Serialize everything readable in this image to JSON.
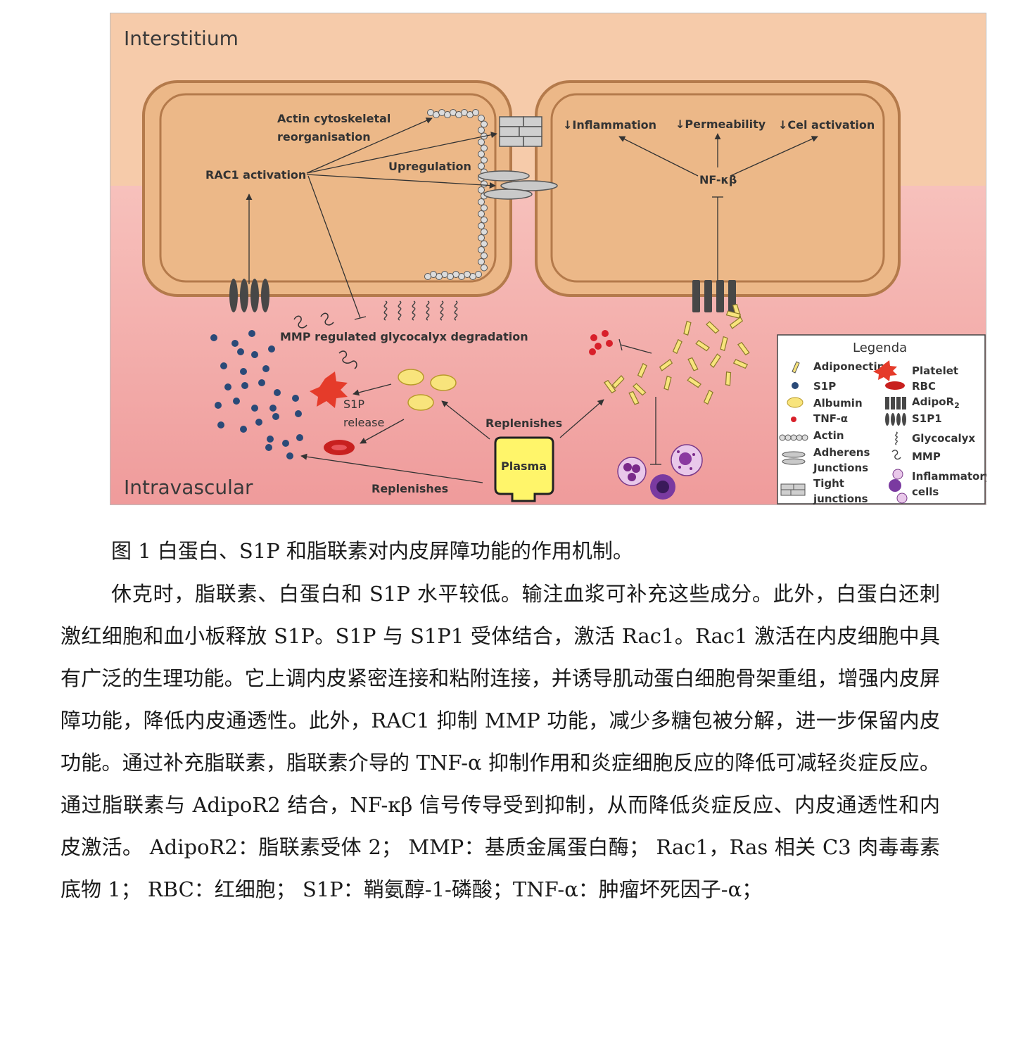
{
  "figure": {
    "regions": {
      "top": "Interstitium",
      "bottom": "Intravascular"
    },
    "left_cell": {
      "actin_label_1": "Actin cytoskeletal",
      "actin_label_2": "reorganisation",
      "rac1": "RAC1 activation",
      "upregulation": "Upregulation",
      "mmp_degradation": "MMP regulated glycocalyx degradation",
      "s1p_release_1": "S1P",
      "s1p_release_2": "release"
    },
    "right_cell": {
      "inflammation": "↓Inflammation",
      "permeability": "↓Permeability",
      "cell_activation": "↓Cel activation",
      "nfkb": "NF-κβ"
    },
    "plasma": "Plasma",
    "replenishes_1": "Replenishes",
    "replenishes_2": "Replenishes",
    "colors": {
      "interstitium": "#f6cbaa",
      "intravascular": "#f2a7a7",
      "cell_fill": "#ecb888",
      "cell_stroke": "#b47a4b",
      "plasma": "#fff56a",
      "albumin": "#f8e47c",
      "platelet": "#e53b2a",
      "s1p": "#2a4a78",
      "receptor": "#474747"
    },
    "legend": {
      "title": "Legenda",
      "adiponectin": "Adiponectin",
      "platelet": "Platelet",
      "s1p": "S1P",
      "rbc": "RBC",
      "albumin": "Albumin",
      "adipor2_base": "AdipoR",
      "adipor2_sub": "2",
      "tnf": "TNF-α",
      "s1p1": "S1P1",
      "actin": "Actin",
      "glycocalyx": "Glycocalyx",
      "adherens_1": "Adherens",
      "adherens_2": "Junctions",
      "mmp": "MMP",
      "tight_1": "Tight",
      "tight_2": "junctions",
      "inflammatory_1": "Inflammatory",
      "inflammatory_2": "cells"
    }
  },
  "caption": "图 1  白蛋白、S1P 和脂联素对内皮屏障功能的作用机制。",
  "body_text": "休克时，脂联素、白蛋白和 S1P 水平较低。输注血浆可补充这些成分。此外，白蛋白还刺激红细胞和血小板释放 S1P。S1P 与 S1P1 受体结合，激活 Rac1。Rac1 激活在内皮细胞中具有广泛的生理功能。它上调内皮紧密连接和粘附连接，并诱导肌动蛋白细胞骨架重组，增强内皮屏障功能，降低内皮通透性。此外，RAC1 抑制 MMP 功能，减少多糖包被分解，进一步保留内皮功能。通过补充脂联素，脂联素介导的 TNF-α 抑制作用和炎症细胞反应的降低可减轻炎症反应。通过脂联素与 AdipoR2 结合，NF-κβ 信号传导受到抑制，从而降低炎症反应、内皮通透性和内皮激活。 AdipoR2：脂联素受体 2； MMP：基质金属蛋白酶； Rac1，Ras 相关 C3 肉毒毒素底物 1； RBC：红细胞； S1P：鞘氨醇-1-磷酸；TNF-α：肿瘤坏死因子-α；"
}
